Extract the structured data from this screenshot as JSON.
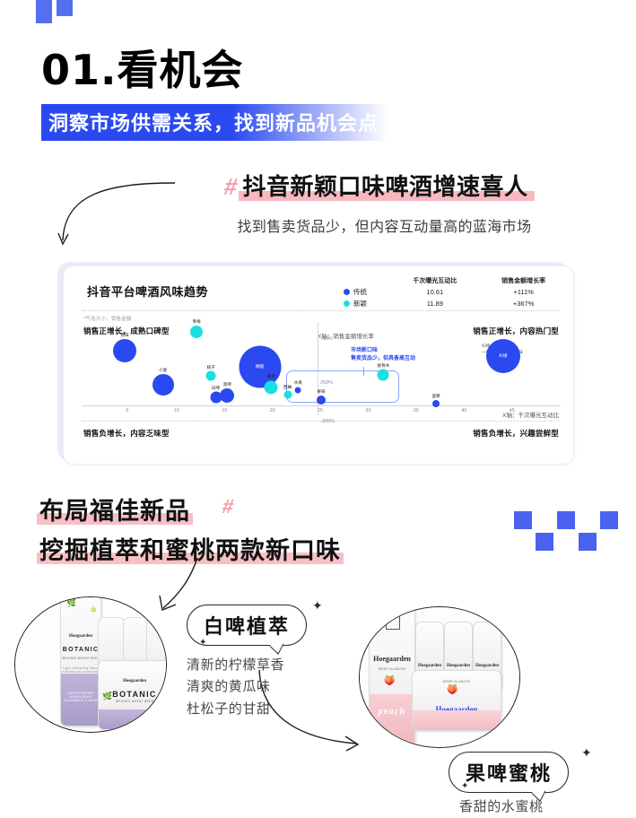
{
  "header": {
    "number_title": "01.看机会",
    "subtitle": "洞察市场供需关系，找到新品机会点"
  },
  "section1": {
    "hash": "#",
    "title": "抖音新颖口味啤酒增速喜人",
    "desc": "找到售卖货品少，但内容互动量高的蓝海市场"
  },
  "chart_card": {
    "title": "抖音平台啤酒风味趋势",
    "bubble_note": "*气泡大小：销售金额",
    "quadrants": {
      "top_left": "销售正增长，成熟口碑型",
      "top_right": "销售正增长，内容热门型",
      "bottom_left": "销售负增长，内容乏味型",
      "bottom_right": "销售负增长，兴趣尝鲜型"
    },
    "callout": {
      "line1": "市场新口味",
      "line2": "售卖货品少，但具备高互动"
    },
    "annotation": {
      "line1": "柠檬",
      "line2": "一种被多方位触达口味"
    },
    "legend": {
      "headers": [
        "",
        "千次曝光互动比",
        "销售金额增长率"
      ],
      "rows": [
        {
          "label": "传统",
          "color": "#2b49f0",
          "interaction": "10.61",
          "growth": "+111%"
        },
        {
          "label": "新颖",
          "color": "#19e0e0",
          "interaction": "11.89",
          "growth": "+367%"
        }
      ]
    }
  },
  "chart_data": {
    "type": "scatter",
    "title": "抖音平台啤酒风味趋势",
    "xlabel": "X轴：千次曝光互动比",
    "ylabel": "Y轴：销售金额增长率",
    "xlim": [
      0,
      50
    ],
    "ylim": [
      -300,
      900
    ],
    "xticks": [
      "5",
      "10",
      "15",
      "20",
      "25",
      "30",
      "35",
      "40",
      "45"
    ],
    "yticks": [
      "750%",
      "250%",
      "-300%"
    ],
    "grid": false,
    "legend_position": "top-right",
    "size_encodes": "销售金额",
    "series": [
      {
        "name": "传统",
        "color": "#2b49f0",
        "points": [
          {
            "label": "原味",
            "x": 4.5,
            "y": 620,
            "size": 26
          },
          {
            "label": "小麦",
            "x": 8.5,
            "y": 230,
            "size": 24
          },
          {
            "label": "白啤",
            "x": 14.0,
            "y": 90,
            "size": 13
          },
          {
            "label": "黑啤",
            "x": 15.2,
            "y": 110,
            "size": 16
          },
          {
            "label": "精酿",
            "x": 18.6,
            "y": 430,
            "size": 47
          },
          {
            "label": "水果",
            "x": 22.6,
            "y": 175,
            "size": 7
          },
          {
            "label": "果味",
            "x": 25.0,
            "y": 60,
            "size": 10
          },
          {
            "label": "菠萝",
            "x": 37.0,
            "y": 25,
            "size": 8
          },
          {
            "label": "柠檬",
            "x": 44.0,
            "y": 560,
            "size": 38
          }
        ]
      },
      {
        "name": "新颖",
        "color": "#19e0e0",
        "points": [
          {
            "label": "青梅",
            "x": 12.0,
            "y": 830,
            "size": 14
          },
          {
            "label": "桃子",
            "x": 13.5,
            "y": 330,
            "size": 11
          },
          {
            "label": "葡萄",
            "x": 19.8,
            "y": 205,
            "size": 15
          },
          {
            "label": "西柚",
            "x": 21.5,
            "y": 120,
            "size": 9
          },
          {
            "label": "接骨木",
            "x": 31.5,
            "y": 340,
            "size": 13
          }
        ]
      }
    ]
  },
  "section2": {
    "line1": "布局福佳新品",
    "line2": "挖掘植萃和蜜桃两款新口味",
    "hash": "#"
  },
  "products": {
    "botanic": {
      "cta": "白啤植萃",
      "brand": "Hoegaarden",
      "can_word": "BOTANIC",
      "can_sub": "INFUSED WHEAT BEER",
      "can_note": "Light refreshing flavor of\nBotanical undertones",
      "can_band": "JUNIPER BERRY\nLEMONGRASS\nCUCUMBER FLAVOR",
      "features": [
        "清新的柠檬草香",
        "清爽的黄瓜味",
        "杜松子的甘甜"
      ]
    },
    "peach": {
      "cta": "果啤蜜桃",
      "brand": "Hoegaarden",
      "can_sub": "BIÈRE BLANCHE",
      "can_word": "peach",
      "features": [
        "香甜的水蜜桃"
      ]
    }
  },
  "colors": {
    "brand_blue": "#2b49f0",
    "cyan": "#19e0e0",
    "pink_highlight": "#f6b9c0",
    "deco_blue": "#4a62ee"
  }
}
